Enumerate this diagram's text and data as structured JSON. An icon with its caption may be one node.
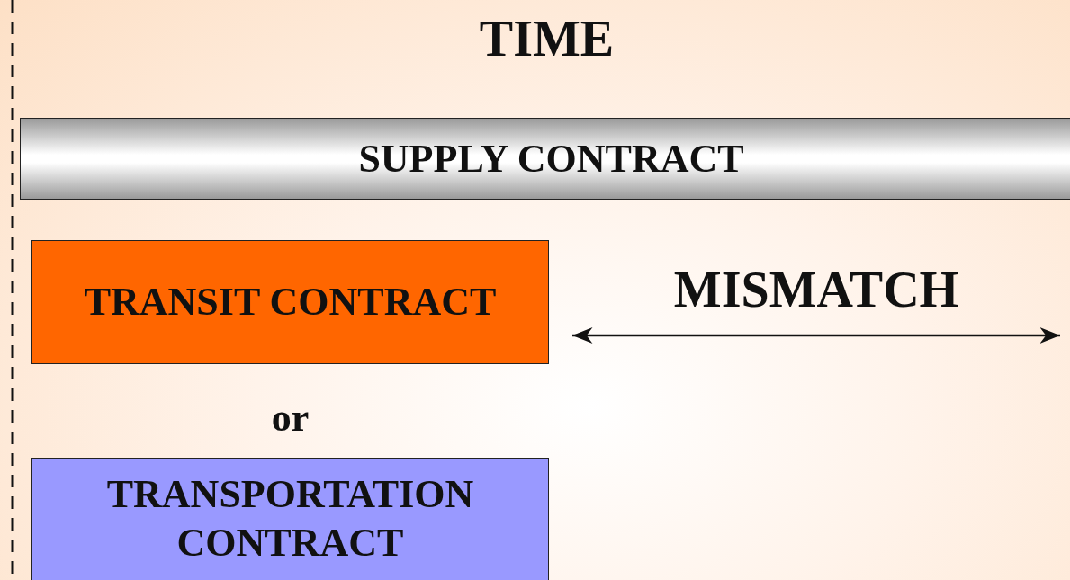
{
  "diagram": {
    "title": "TIME",
    "nodes": [
      {
        "text": [
          "SUPPLY CONTRACT"
        ]
      },
      {
        "text": [
          "TRANSIT CONTRACT"
        ]
      },
      {
        "text": [
          "TRANSPORTATION CONTRACT"
        ]
      }
    ],
    "labels": [
      "or",
      "MISMATCH"
    ]
  }
}
